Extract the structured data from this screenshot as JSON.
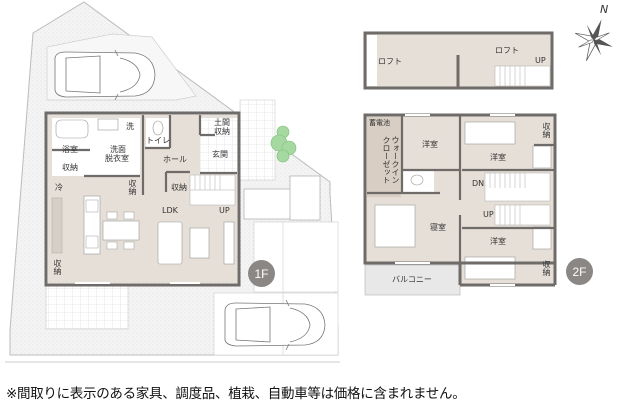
{
  "floor1": {
    "badge": "1F",
    "rooms": {
      "bath": "浴室",
      "wash": "洗",
      "dressing_line1": "洗面",
      "dressing_line2": "脱衣室",
      "toilet": "トイレ",
      "entry_storage_line1": "土間",
      "entry_storage_line2": "収納",
      "entrance": "玄関",
      "hall": "ホール",
      "storage_a": "収納",
      "storage_b": "収納",
      "storage_c": "収納",
      "storage_d": "収納",
      "fridge": "冷",
      "ldk": "LDK",
      "up": "UP"
    }
  },
  "floor2": {
    "badge": "2F",
    "rooms": {
      "loft_left": "ロフト",
      "loft_right": "ロフト",
      "loft_up": "UP",
      "battery": "蓄電池",
      "walkin_closet_line1": "ウォークイン",
      "walkin_closet_line2": "クローゼット",
      "western_room_1": "洋室",
      "western_room_2": "洋室",
      "western_room_3": "洋室",
      "bedroom": "寝室",
      "storage_1": "収納",
      "storage_2": "収納",
      "dn": "DN",
      "up": "UP",
      "balcony": "バルコニー"
    }
  },
  "compass": {
    "label": "N"
  },
  "footer_note": "※間取りに表示のある家具、調度品、植栽、自動車等は価格に含まれません。",
  "colors": {
    "wall": "#6e6b69",
    "floor_room": "#e6dfd7",
    "floor_white": "#ffffff",
    "site": "#f3f3f3",
    "tree": "#9ed59a",
    "badge": "#8a8785",
    "balcony": "#e8e8e8"
  }
}
